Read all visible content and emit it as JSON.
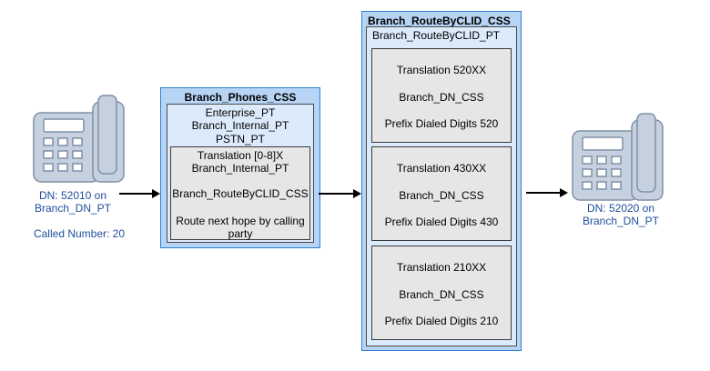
{
  "left_phone": {
    "caption_line1": "DN: 52010 on",
    "caption_line2": "Branch_DN_PT",
    "called_number": "Called Number: 20"
  },
  "right_phone": {
    "caption_line1": "DN: 52020 on",
    "caption_line2": "Branch_DN_PT"
  },
  "phones_css": {
    "title": "Branch_Phones_CSS",
    "partitions": [
      "Enterprise_PT",
      "Branch_Internal_PT",
      "PSTN_PT"
    ],
    "translation": {
      "pattern": "Translation [0-8]X",
      "partition": "Branch_Internal_PT",
      "css": "Branch_RouteByCLID_CSS",
      "note_line1": "Route next hope by calling",
      "note_line2": "party"
    }
  },
  "routebyclid_css": {
    "title": "Branch_RouteByCLID_CSS",
    "partition": "Branch_RouteByCLID_PT",
    "translations": [
      {
        "pattern": "Translation 520XX",
        "css": "Branch_DN_CSS",
        "prefix": "Prefix Dialed Digits 520"
      },
      {
        "pattern": "Translation 430XX",
        "css": "Branch_DN_CSS",
        "prefix": "Prefix Dialed Digits 430"
      },
      {
        "pattern": "Translation 210XX",
        "css": "Branch_DN_CSS",
        "prefix": "Prefix Dialed Digits 210"
      }
    ]
  },
  "colors": {
    "css_fill": "#b8d4f4",
    "css_border": "#2d7fd1",
    "panel_fill": "#dcebfb",
    "box_fill": "#e6e6e6",
    "phone_body": "#c6d1e0",
    "caption_text": "#1f4e9a"
  }
}
